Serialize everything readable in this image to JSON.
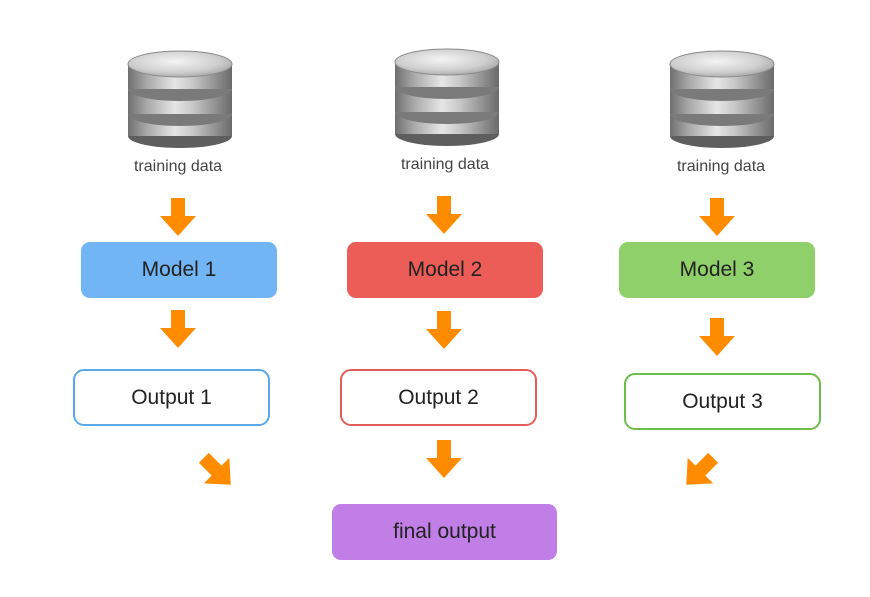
{
  "columns": [
    {
      "data_label": "training data",
      "model_label": "Model 1",
      "output_label": "Output 1",
      "color": "#72b5f5",
      "border": "#5aa8ea"
    },
    {
      "data_label": "training data",
      "model_label": "Model 2",
      "output_label": "Output 2",
      "color": "#ec5d57",
      "border": "#e25f59"
    },
    {
      "data_label": "training data",
      "model_label": "Model 3",
      "output_label": "Output 3",
      "color": "#8fd06a",
      "border": "#6dbd4a"
    }
  ],
  "final": {
    "label": "final output",
    "color": "#c07ee6"
  },
  "arrow_color": "#ff8c00",
  "icons": {
    "database": "database-icon",
    "arrow": "arrow-icon"
  }
}
